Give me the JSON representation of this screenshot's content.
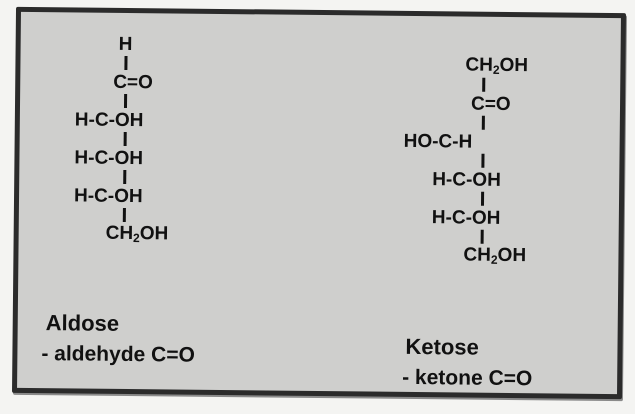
{
  "aldose": {
    "formula": [
      "H",
      "C=O",
      "H-C-OH",
      "H-C-OH",
      "H-C-OH",
      "CH2OH"
    ],
    "title": "Aldose",
    "subtitle": "- aldehyde C=O"
  },
  "ketose": {
    "formula": [
      "CH2OH",
      "C=O",
      "HO-C-H",
      "H-C-OH",
      "H-C-OH",
      "CH2OH"
    ],
    "title": "Ketose",
    "subtitle": "- ketone C=O"
  },
  "colors": {
    "card": "#cfcfcd",
    "border": "#2b2b2b",
    "text": "#111111"
  }
}
